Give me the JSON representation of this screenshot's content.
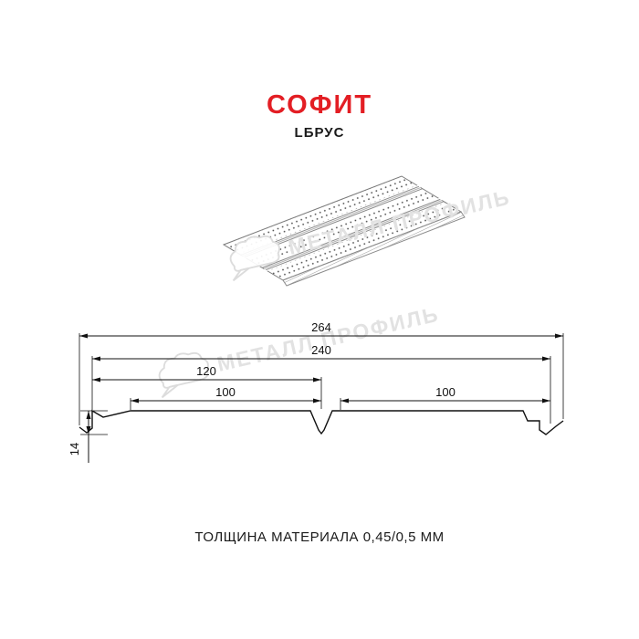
{
  "header": {
    "title": "СОФИТ",
    "subtitle": "LБРУС"
  },
  "watermark": {
    "text": "МЕТАЛЛ ПРОФИЛЬ"
  },
  "drawing": {
    "dim_total_width": "264",
    "dim_cover_width": "240",
    "dim_left_section": "120",
    "dim_left_plank": "100",
    "dim_right_plank": "100",
    "dim_height": "14"
  },
  "footer": {
    "note": "ТОЛЩИНА МАТЕРИАЛА 0,45/0,5 ММ"
  },
  "colors": {
    "title_red": "#e31e24",
    "line_black": "#111111",
    "watermark_gray": "#e2e2e2"
  }
}
